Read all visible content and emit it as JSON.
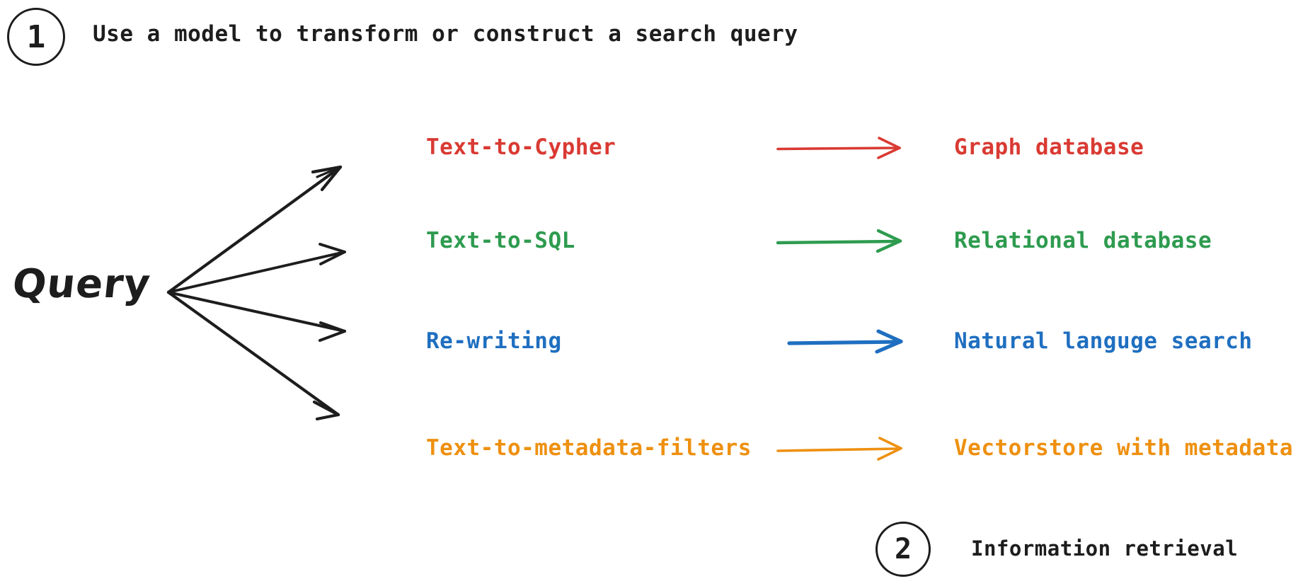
{
  "steps": [
    {
      "number": "1",
      "caption": "Use a model to transform or construct a search query"
    },
    {
      "number": "2",
      "caption": "Information retrieval"
    }
  ],
  "source": {
    "label": "Query"
  },
  "colors": {
    "ink": "#1d1d1d",
    "red": "#d93a33",
    "green": "#2e9b4f",
    "blue": "#1f6fc0",
    "orange": "#ee9010",
    "background": "#ffffff"
  },
  "rows": [
    {
      "method": "Text-to-Cypher",
      "target": "Graph database",
      "color": "#d93a33"
    },
    {
      "method": "Text-to-SQL",
      "target": "Relational database",
      "color": "#2e9b4f"
    },
    {
      "method": "Re-writing",
      "target": "Natural languge search",
      "color": "#1f6fc0"
    },
    {
      "method": "Text-to-metadata-filters",
      "target": "Vectorstore with metadata",
      "color": "#ee9010"
    }
  ]
}
